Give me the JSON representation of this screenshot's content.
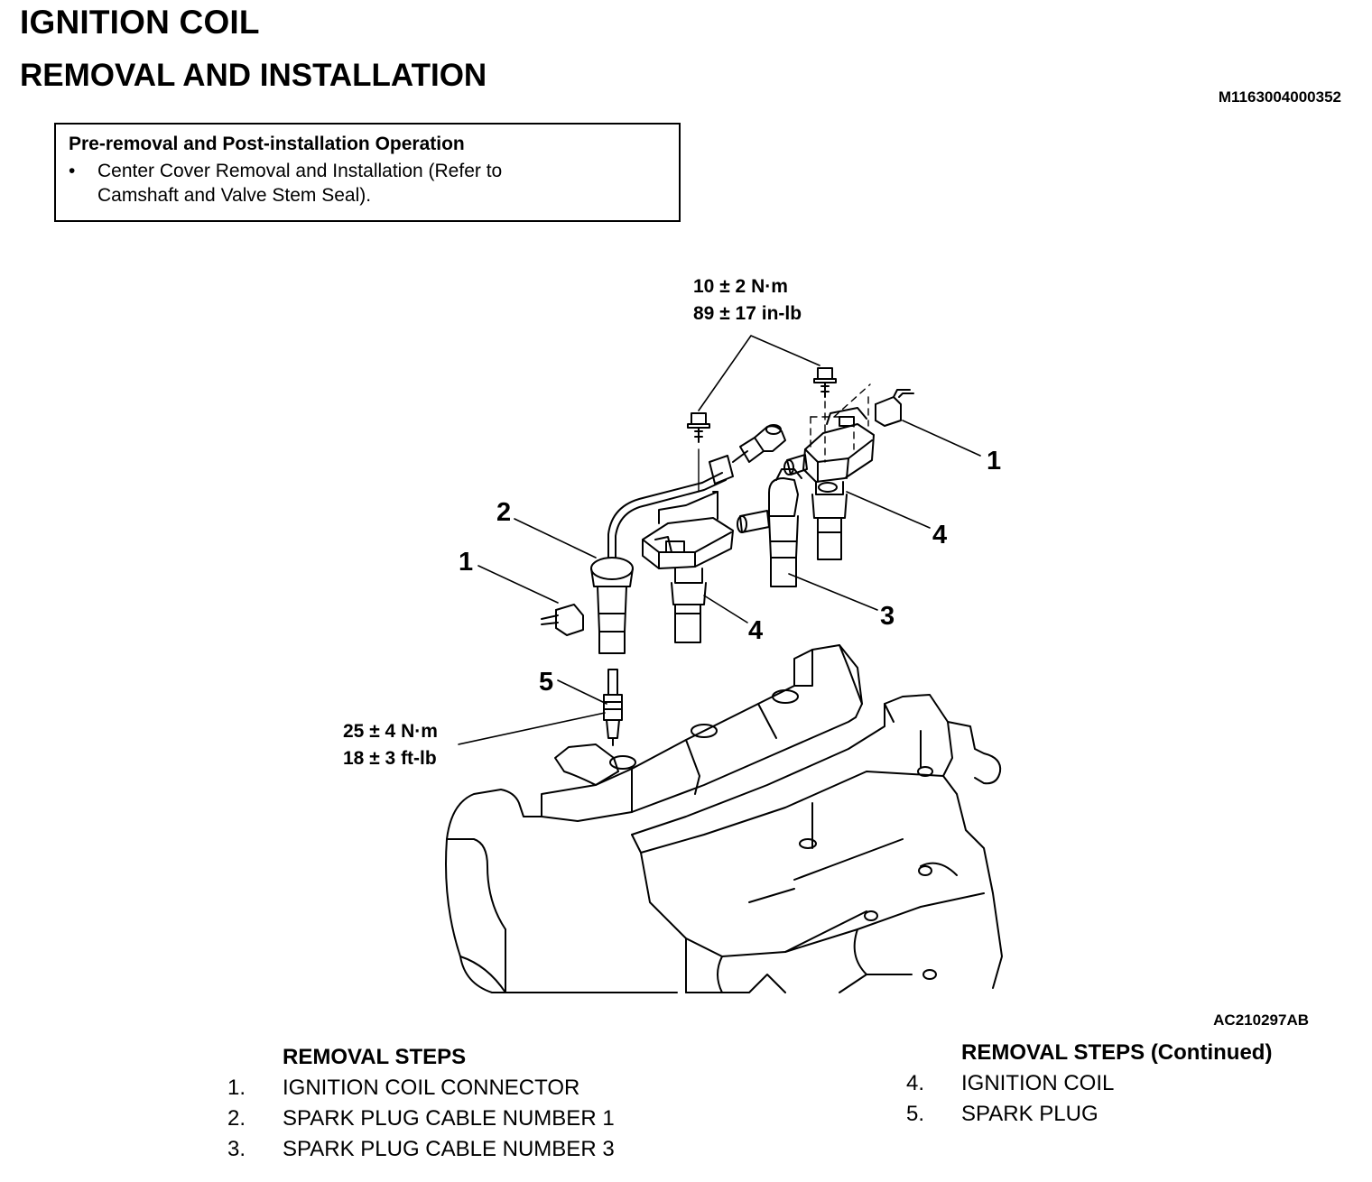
{
  "header": {
    "title": "IGNITION COIL",
    "subtitle": "REMOVAL AND INSTALLATION",
    "doc_id": "M1163004000352"
  },
  "pre_box": {
    "title": "Pre-removal and Post-installation Operation",
    "bullet": "•",
    "line1": "Center Cover Removal and Installation (Refer to",
    "line2": "Camshaft and Valve Stem Seal)."
  },
  "diagram": {
    "figure_id": "AC210297AB",
    "torque_bolt_line1": "10 ± 2 N·m",
    "torque_bolt_line2": "89 ± 17 in-lb",
    "torque_plug_line1": "25 ± 4 N·m",
    "torque_plug_line2": "18 ± 3 ft-lb",
    "callouts": [
      "1",
      "2",
      "1",
      "4",
      "4",
      "3",
      "5"
    ]
  },
  "removal_steps": {
    "title": "REMOVAL STEPS",
    "items": [
      {
        "num": "1.",
        "label": "IGNITION COIL CONNECTOR"
      },
      {
        "num": "2.",
        "label": "SPARK PLUG CABLE NUMBER 1"
      },
      {
        "num": "3.",
        "label": "SPARK PLUG CABLE NUMBER 3"
      }
    ]
  },
  "removal_steps_continued": {
    "title": "REMOVAL STEPS (Continued)",
    "items": [
      {
        "num": "4.",
        "label": "IGNITION COIL"
      },
      {
        "num": "5.",
        "label": "SPARK PLUG"
      }
    ]
  }
}
